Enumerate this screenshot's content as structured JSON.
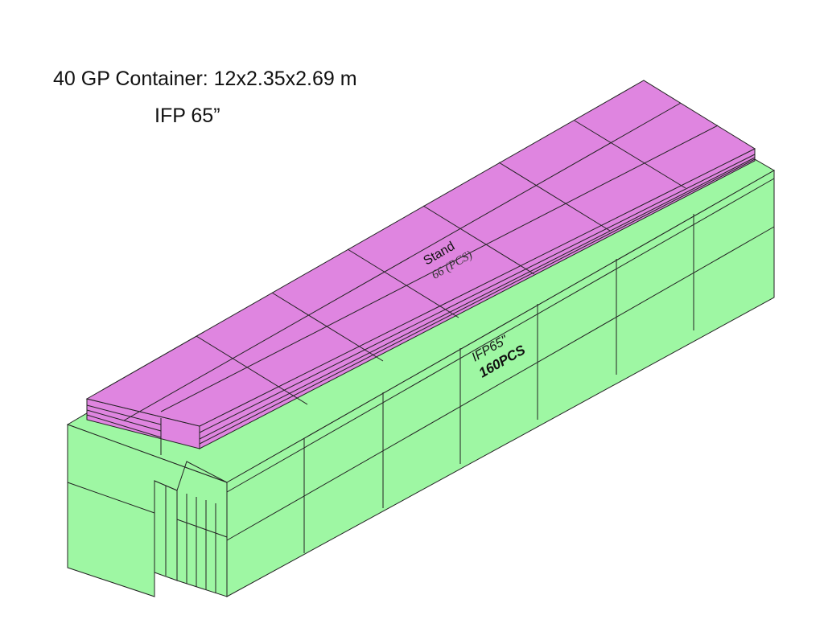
{
  "title": "40 GP Container: 12x2.35x2.69 m",
  "subtitle": "IFP 65”",
  "colors": {
    "ifp_box": "#9ef7a3",
    "stand_box": "#df85e0",
    "outline": "#222222"
  },
  "labels": {
    "stand_name": "Stand",
    "stand_count": "66 (PCS)",
    "ifp_name": "IFP65\"",
    "ifp_count": "160PCS"
  }
}
